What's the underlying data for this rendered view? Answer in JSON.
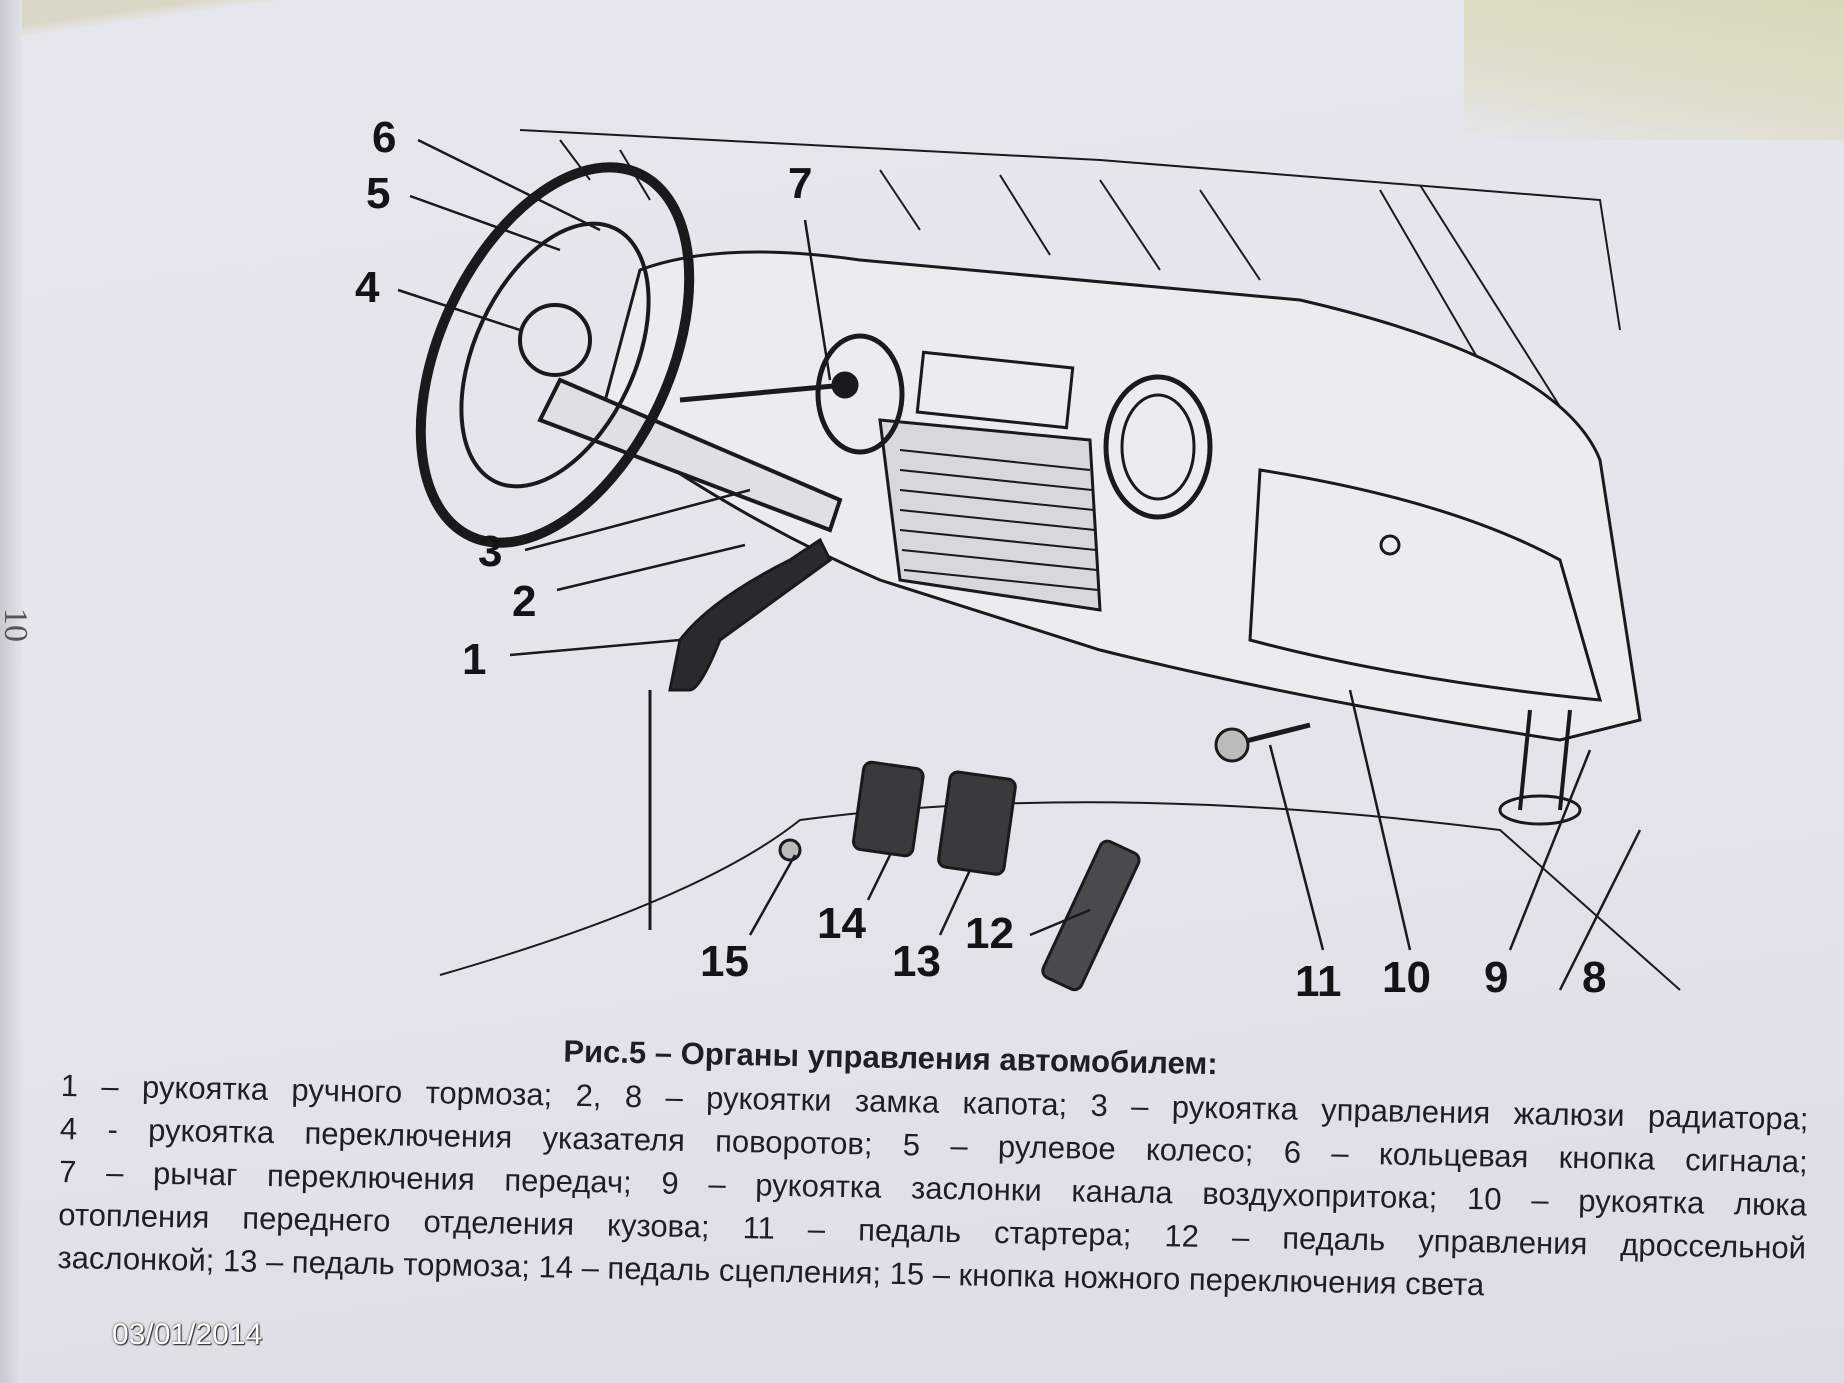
{
  "page_number": "10",
  "figure": {
    "callouts": [
      "1",
      "2",
      "3",
      "4",
      "5",
      "6",
      "7",
      "8",
      "9",
      "10",
      "11",
      "12",
      "13",
      "14",
      "15"
    ]
  },
  "caption": {
    "title": "Рис.5 – Органы управления автомобилем:",
    "lines": [
      "1 – рукоятка ручного тормоза; 2, 8 – рукоятки замка капота; 3 – рукоятка управления жалюзи радиатора;",
      "4 - рукоятка переключения указателя поворотов; 5 – рулевое колесо; 6 – кольцевая кнопка сигнала;",
      "7 – рычаг переключения передач; 9 – рукоятка заслонки канала воздухопритока; 10 – рукоятка люка",
      "отопления переднего отделения кузова; 11 – педаль стартера; 12 – педаль управления дроссельной",
      "заслонкой; 13 – педаль тормоза; 14 – педаль сцепления; 15 – кнопка ножного переключения света"
    ]
  },
  "date_stamp": "03/01/2014"
}
